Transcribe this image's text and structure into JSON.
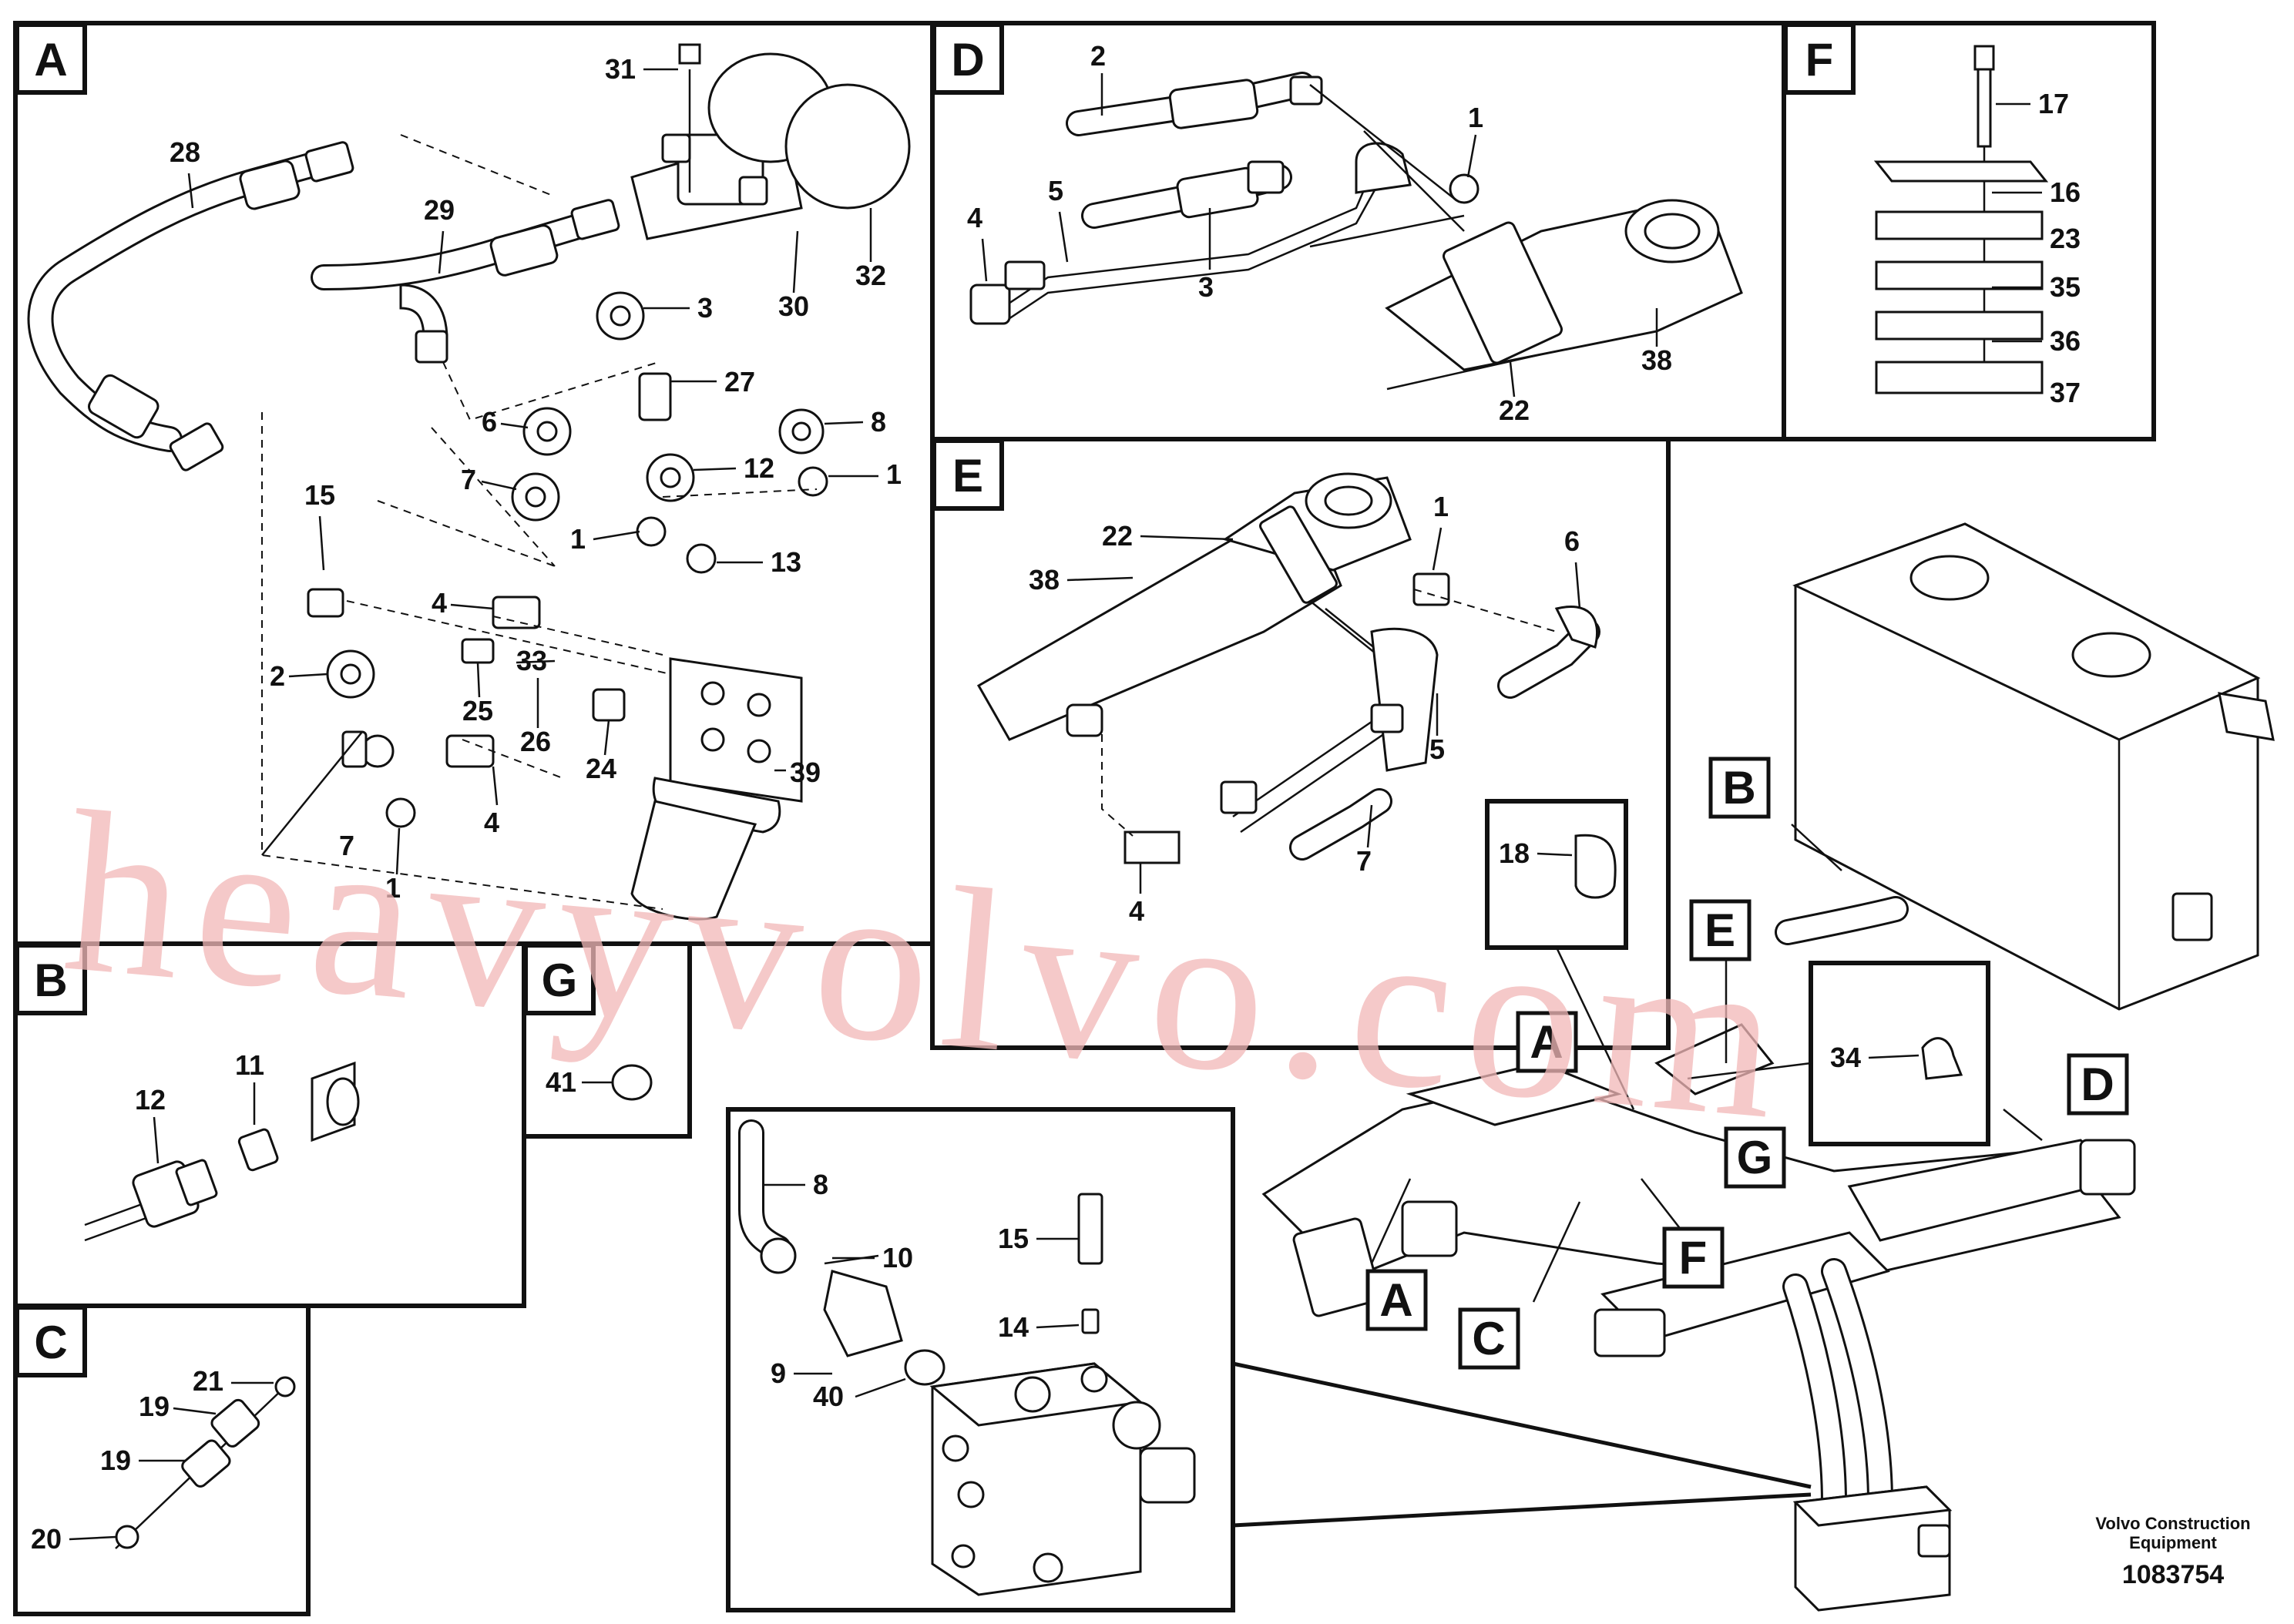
{
  "panels": {
    "A": "A",
    "B": "B",
    "C": "C",
    "D": "D",
    "E": "E",
    "F": "F",
    "G": "G"
  },
  "labels": {
    "A": [
      "31",
      "28",
      "29",
      "30",
      "32",
      "3",
      "27",
      "6",
      "8",
      "7",
      "12",
      "1",
      "15",
      "1",
      "13",
      "4",
      "33",
      "2",
      "25",
      "26",
      "24",
      "39",
      "7",
      "4",
      "1"
    ],
    "B": [
      "11",
      "12"
    ],
    "C": [
      "21",
      "19",
      "19",
      "20"
    ],
    "D": [
      "2",
      "1",
      "4",
      "5",
      "3",
      "38",
      "22"
    ],
    "E": [
      "22",
      "1",
      "6",
      "38",
      "5",
      "4",
      "7"
    ],
    "F": [
      "17",
      "16",
      "23",
      "35",
      "36",
      "37"
    ],
    "G": [
      "41"
    ],
    "valve": [
      "8",
      "10",
      "15",
      "14",
      "9",
      "40"
    ],
    "overview": [
      "B",
      "18",
      "E",
      "34",
      "A",
      "D",
      "G",
      "F",
      "A",
      "C"
    ]
  },
  "footer": {
    "brand_line1": "Volvo Construction",
    "brand_line2": "Equipment",
    "doc_number": "1083754"
  },
  "watermark": "heavyvolvo.com",
  "colors": {
    "line": "#111111",
    "watermark": "#f2b8b8",
    "background": "#ffffff"
  }
}
